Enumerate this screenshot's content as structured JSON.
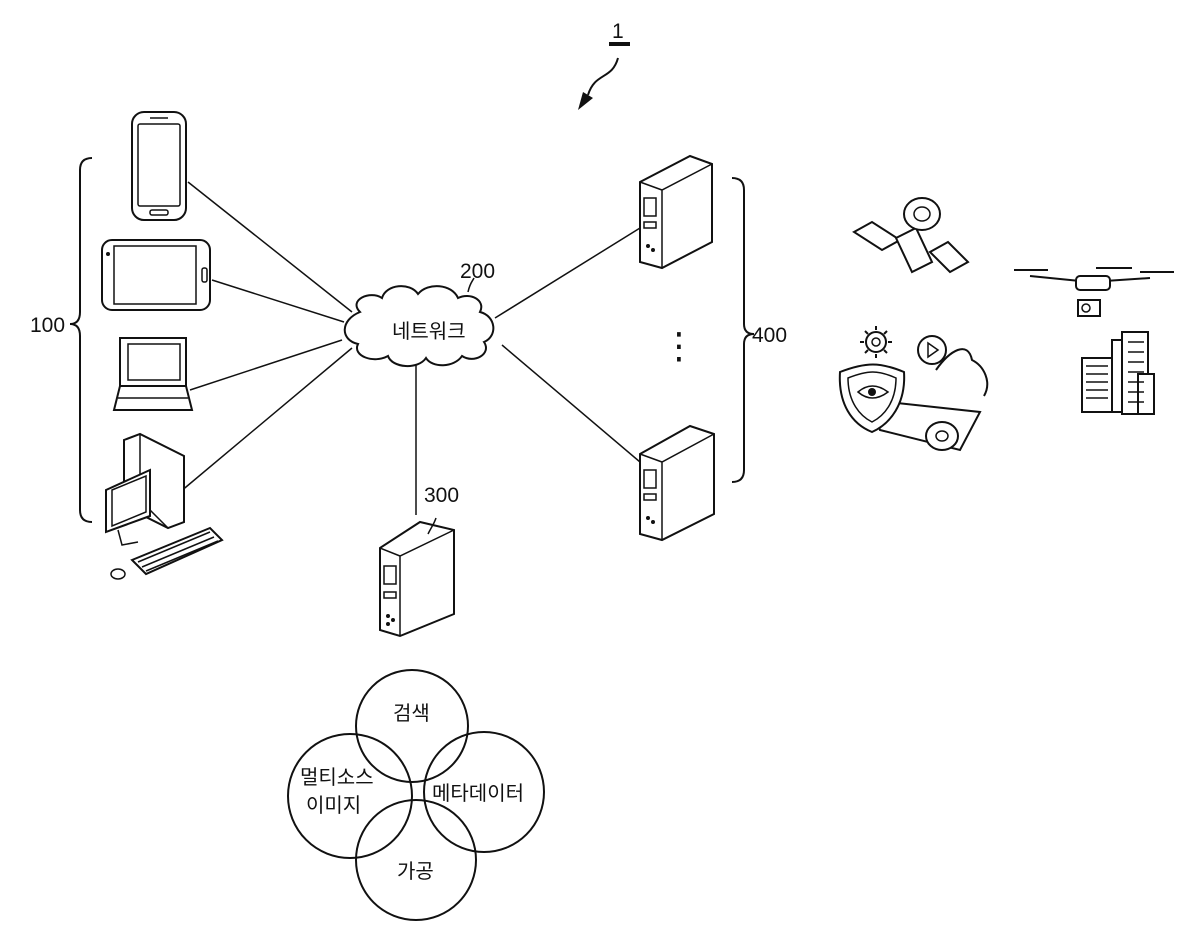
{
  "figure": {
    "ref_system": "1",
    "ref_user_terminals": "100",
    "ref_network": "200",
    "ref_server": "300",
    "ref_data_sources": "400",
    "network_label": "네트워크"
  },
  "circles": {
    "top": "검색",
    "left_line1": "멀티소스",
    "left_line2": "이미지",
    "right": "메타데이터",
    "bottom": "가공"
  },
  "ellipsis": "⋮",
  "icons": [
    "smartphone-icon",
    "tablet-icon",
    "laptop-icon",
    "desktop-computer-icon",
    "server-icon",
    "satellite-icon",
    "drone-icon",
    "cctv-camera-icon",
    "gear-icon",
    "play-icon",
    "shield-eye-icon",
    "buildings-icon"
  ]
}
